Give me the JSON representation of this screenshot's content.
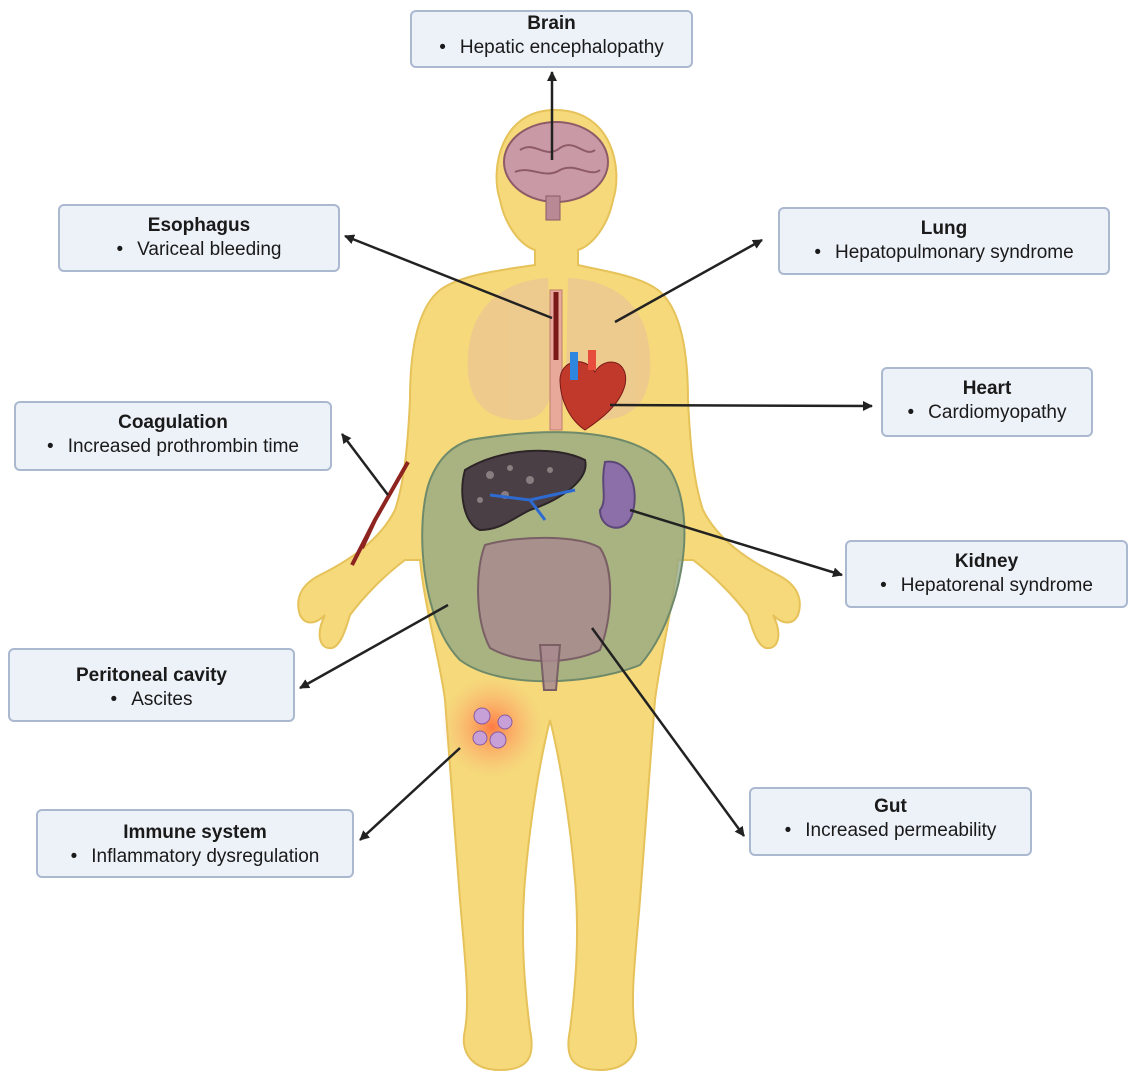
{
  "organs": [
    {
      "id": "brain",
      "title": "Brain",
      "item": "Hepatic encephalopathy"
    },
    {
      "id": "esophagus",
      "title": "Esophagus",
      "item": "Variceal bleeding"
    },
    {
      "id": "lung",
      "title": "Lung",
      "item": "Hepatopulmonary syndrome"
    },
    {
      "id": "heart",
      "title": "Heart",
      "item": "Cardiomyopathy"
    },
    {
      "id": "coagulation",
      "title": "Coagulation",
      "item": "Increased prothrombin time"
    },
    {
      "id": "kidney",
      "title": "Kidney",
      "item": "Hepatorenal syndrome"
    },
    {
      "id": "peritoneal",
      "title": "Peritoneal cavity",
      "item": "Ascites"
    },
    {
      "id": "immune",
      "title": "Immune system",
      "item": "Inflammatory dysregulation"
    },
    {
      "id": "gut",
      "title": "Gut",
      "item": "Increased permeability"
    }
  ],
  "colors": {
    "skin": "#f5d97a",
    "box_fill": "#edf1f8",
    "box_border": "#aab8d0",
    "arrow": "#222222"
  }
}
